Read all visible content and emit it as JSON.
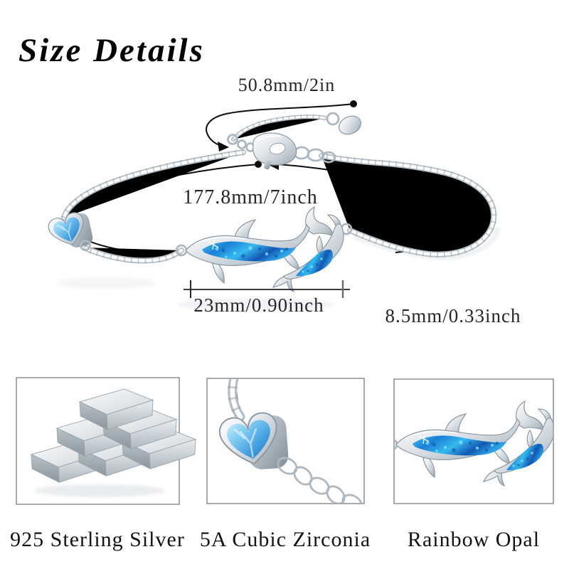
{
  "title": "Size Details",
  "annotations": {
    "extender_length": "50.8mm/2in",
    "bracelet_length": "177.8mm/7inch",
    "charm_width": "23mm/0.90inch",
    "small_dolphin_width": "8.5mm/0.33inch"
  },
  "features": [
    {
      "icon": "silver-bars-icon",
      "label": "925 Sterling Silver"
    },
    {
      "icon": "heart-zirconia-icon",
      "label": "5A Cubic Zirconia"
    },
    {
      "icon": "opal-dolphins-icon",
      "label": "Rainbow Opal"
    }
  ],
  "colors": {
    "background": "#ffffff",
    "text": "#141414",
    "annotation_line": "#0d0d0d",
    "silver_light": "#e9edf0",
    "silver_mid": "#b9c3cb",
    "silver_dark": "#8f9aa3",
    "zirconia_blue": "#6fc0ee",
    "opal_deep_blue": "#1258b4",
    "opal_bright_blue": "#35c0f0"
  }
}
